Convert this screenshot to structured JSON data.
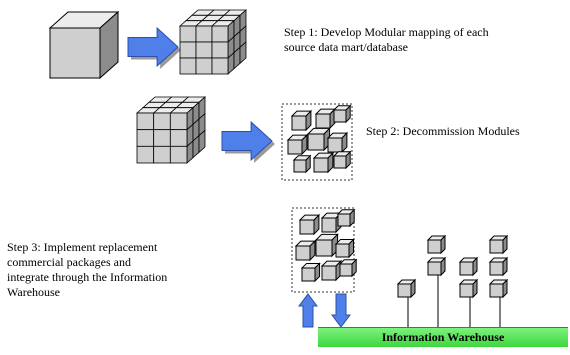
{
  "steps": {
    "step1_line1": "Step 1:  Develop Modular mapping of each",
    "step1_line2": "source data mart/database",
    "step2": "Step 2:  Decommission Modules",
    "step3_line1": "Step 3:  Implement  replacement",
    "step3_line2": "commercial  packages and",
    "step3_line3": "integrate through the Information",
    "step3_line4": "Warehouse"
  },
  "warehouse": {
    "label": "Information Warehouse"
  },
  "colors": {
    "cube_front": "#cfcfcf",
    "cube_top": "#ececec",
    "cube_side": "#8c8c8c",
    "arrow_fill": "#4f7fe8",
    "warehouse_bar": "#4ee04e"
  },
  "icons": [
    "single-cube-icon",
    "modular-cube-icon",
    "decommissioned-cube-icon",
    "right-arrow-icon",
    "up-arrow-icon",
    "down-arrow-icon",
    "module-block-icon"
  ]
}
